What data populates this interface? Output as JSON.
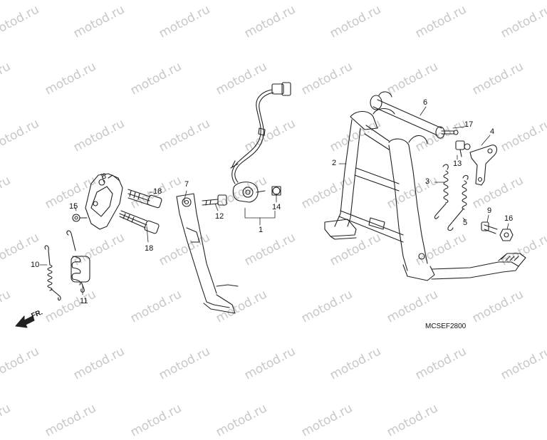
{
  "watermark": "motod.ru",
  "diagram_code": "MCSEF2800",
  "direction_label": "FR.",
  "callouts": {
    "p1": "1",
    "p2": "2",
    "p3": "3",
    "p4": "4",
    "p5": "5",
    "p6": "6",
    "p7": "7",
    "p8": "8",
    "p9": "9",
    "p10": "10",
    "p11": "11",
    "p12": "12",
    "p13": "13",
    "p14": "14",
    "p15": "15",
    "p16": "16",
    "p17": "17",
    "p18a": "18",
    "p18b": "18"
  }
}
